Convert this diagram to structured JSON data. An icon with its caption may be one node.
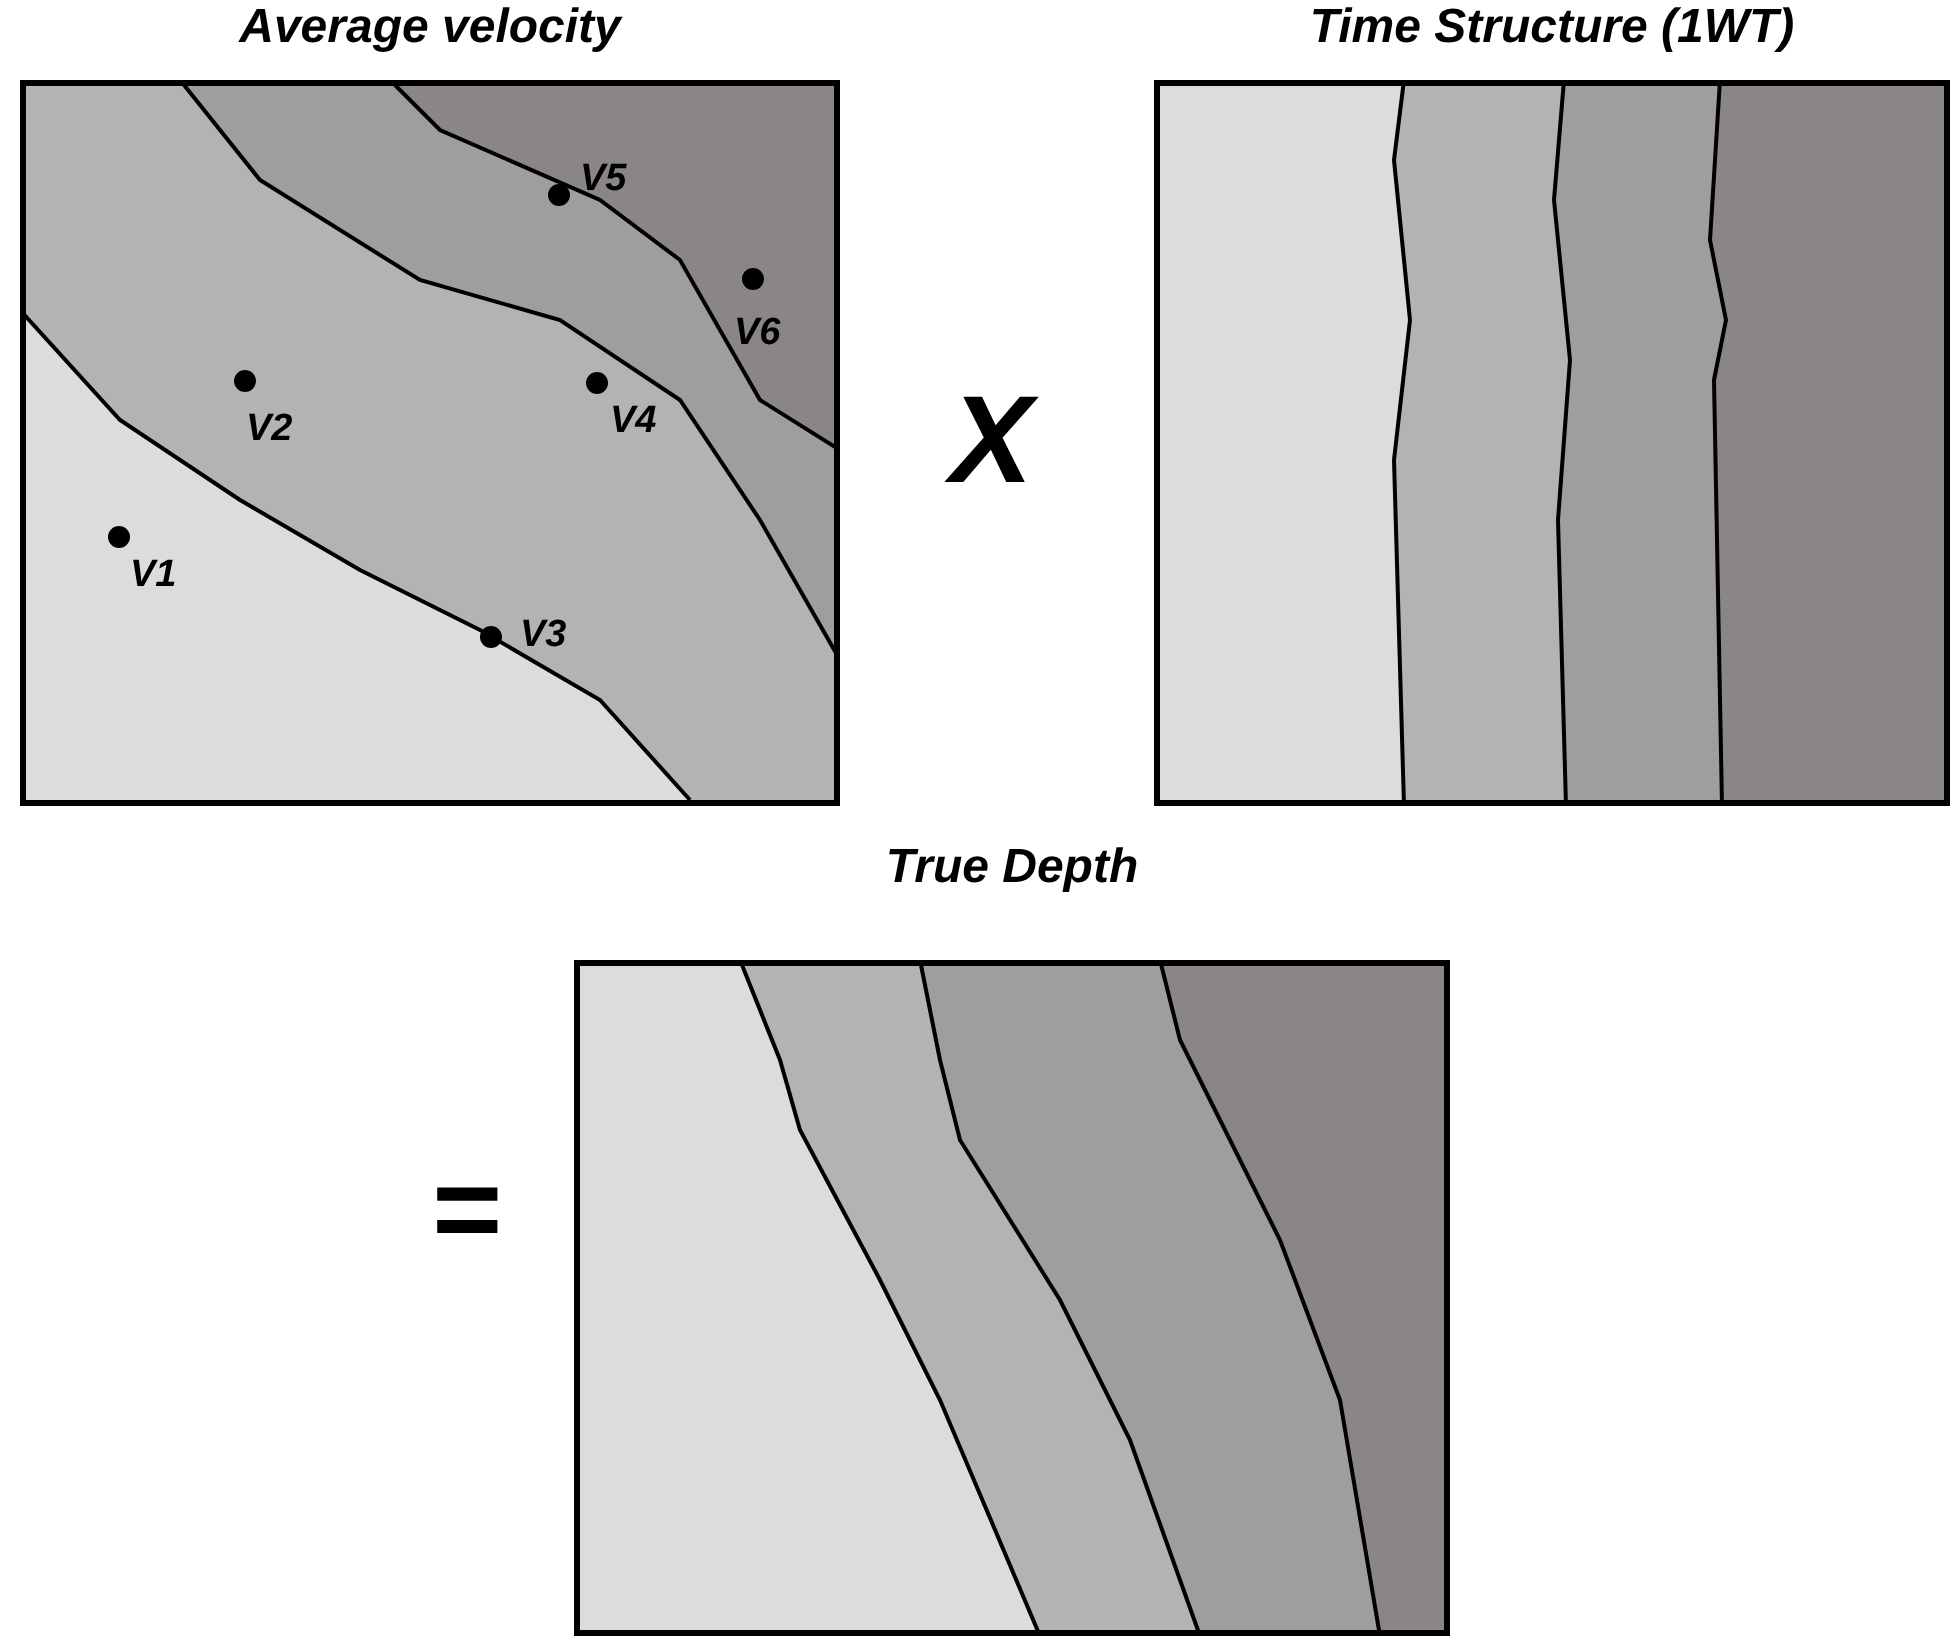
{
  "diagram": {
    "nodes": [
      {
        "text": [
          "Average velocity"
        ]
      },
      {
        "text": [
          "Time Structure (1WT)"
        ]
      },
      {
        "text": [
          "True Depth"
        ]
      }
    ],
    "labels": [
      "V5",
      "V6",
      "V2",
      "V4",
      "V1",
      "V3",
      "X",
      "="
    ]
  }
}
